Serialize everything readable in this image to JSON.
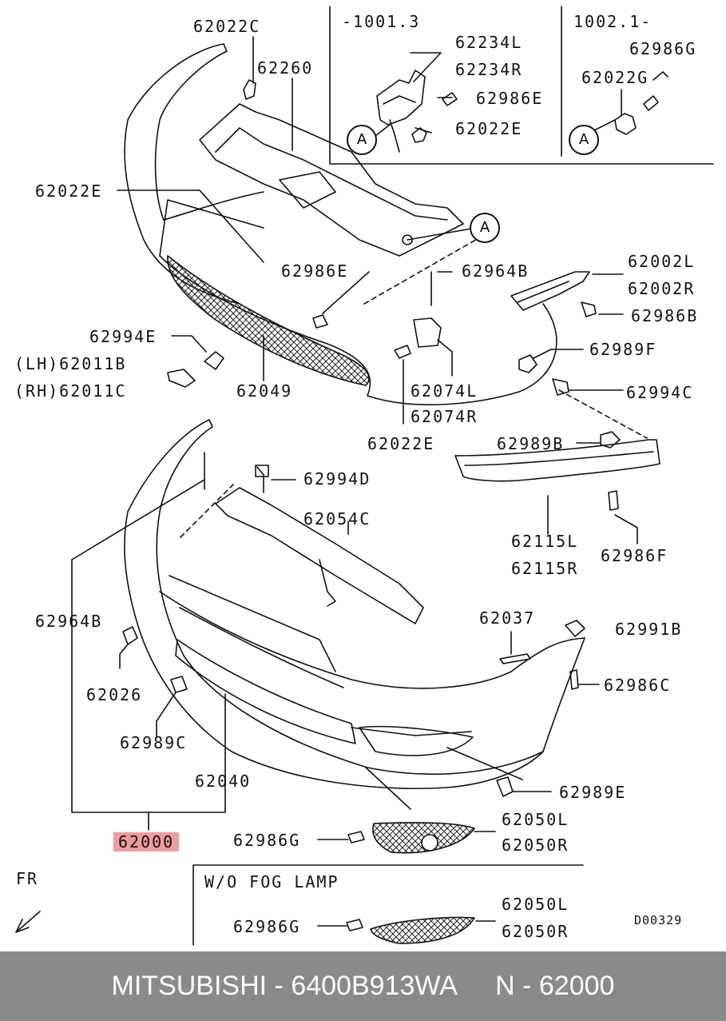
{
  "parts": {
    "p62022C": "62022C",
    "p62260": "62260",
    "p62022E_top": "62022E",
    "p62986E_mid": "62986E",
    "p62964B_top": "62964B",
    "p62002L": "62002L",
    "p62002R": "62002R",
    "p62986B": "62986B",
    "p62989F": "62989F",
    "p62994C": "62994C",
    "p62994E": "62994E",
    "p62011B": "(LH)62011B",
    "p62011C": "(RH)62011C",
    "p62049": "62049",
    "p62074L": "62074L",
    "p62074R": "62074R",
    "p62022E_bot": "62022E",
    "p62989B": "62989B",
    "p62994D": "62994D",
    "p62054C": "62054C",
    "p62115L": "62115L",
    "p62115R": "62115R",
    "p62986F": "62986F",
    "p62964B_bot": "62964B",
    "p62037": "62037",
    "p62991B": "62991B",
    "p62026": "62026",
    "p62986C": "62986C",
    "p62989C": "62989C",
    "p62040": "62040",
    "p62989E": "62989E",
    "p62000": "62000",
    "p62050L": "62050L",
    "p62050R": "62050R",
    "p62986G": "62986G",
    "p62050L_2": "62050L",
    "p62050R_2": "62050R",
    "p62986G_2": "62986G"
  },
  "inset_left": {
    "range": "-1001.3",
    "p62234L": "62234L",
    "p62234R": "62234R",
    "p62986E": "62986E",
    "p62022E": "62022E",
    "callout": "A"
  },
  "inset_right": {
    "range": "1002.1-",
    "p62986G": "62986G",
    "p62022G": "62022G",
    "callout": "A"
  },
  "callout_main": "A",
  "no_fog": {
    "title": "W/O FOG LAMP"
  },
  "front_marker": "FR",
  "drawing_code": "D00329",
  "footer": {
    "brand": "MITSUBISHI",
    "sep1": " - ",
    "partno": "6400B913WA",
    "gap": "     ",
    "ref": "N - 62000"
  },
  "highlight_color": "#ef9ca0",
  "footer_color": "#8a8a8a"
}
